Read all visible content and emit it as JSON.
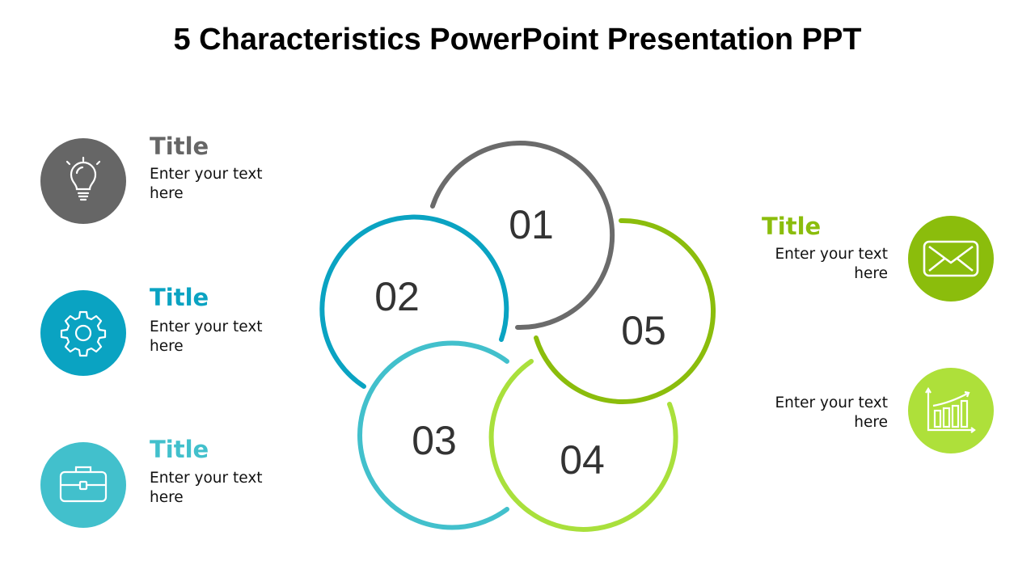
{
  "title": "5 Characteristics PowerPoint Presentation PPT",
  "colors": {
    "gray": "#6b6b6b",
    "blue": "#0aa3c2",
    "teal": "#42c0cc",
    "lime": "#a9e03c",
    "green": "#8bbd0c"
  },
  "left_items": [
    {
      "title": "Title",
      "text": "Enter your text here",
      "icon": "lightbulb-icon"
    },
    {
      "title": "Title",
      "text": "Enter your text here",
      "icon": "gear-icon"
    },
    {
      "title": "Title",
      "text": "Enter your text here",
      "icon": "briefcase-icon"
    }
  ],
  "right_items": [
    {
      "title": "Title",
      "text": "Enter your text here",
      "icon": "envelope-icon"
    },
    {
      "text": "Enter your text here",
      "icon": "bar-chart-icon"
    }
  ],
  "circles": [
    {
      "label": "01"
    },
    {
      "label": "02"
    },
    {
      "label": "03"
    },
    {
      "label": "04"
    },
    {
      "label": "05"
    }
  ]
}
